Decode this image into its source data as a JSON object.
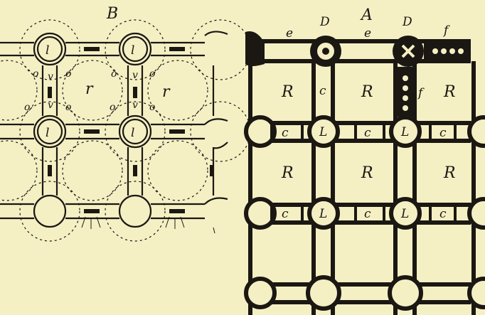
{
  "figure_B": {
    "title": "B",
    "cell_label": "r",
    "node_label": "l",
    "valve_labels": [
      "o",
      "v",
      "o",
      "o",
      "v",
      "o",
      "o",
      "v",
      "o",
      "o",
      "v",
      "o"
    ]
  },
  "figure_A": {
    "title": "A",
    "top_labels": [
      "e",
      "D",
      "e",
      "D",
      "f"
    ],
    "cell_label": "R",
    "node_label": "L",
    "connector_label": "c",
    "side_label": "f"
  },
  "colors": {
    "paper": "#f4f0c4",
    "ink": "#1b1712"
  }
}
